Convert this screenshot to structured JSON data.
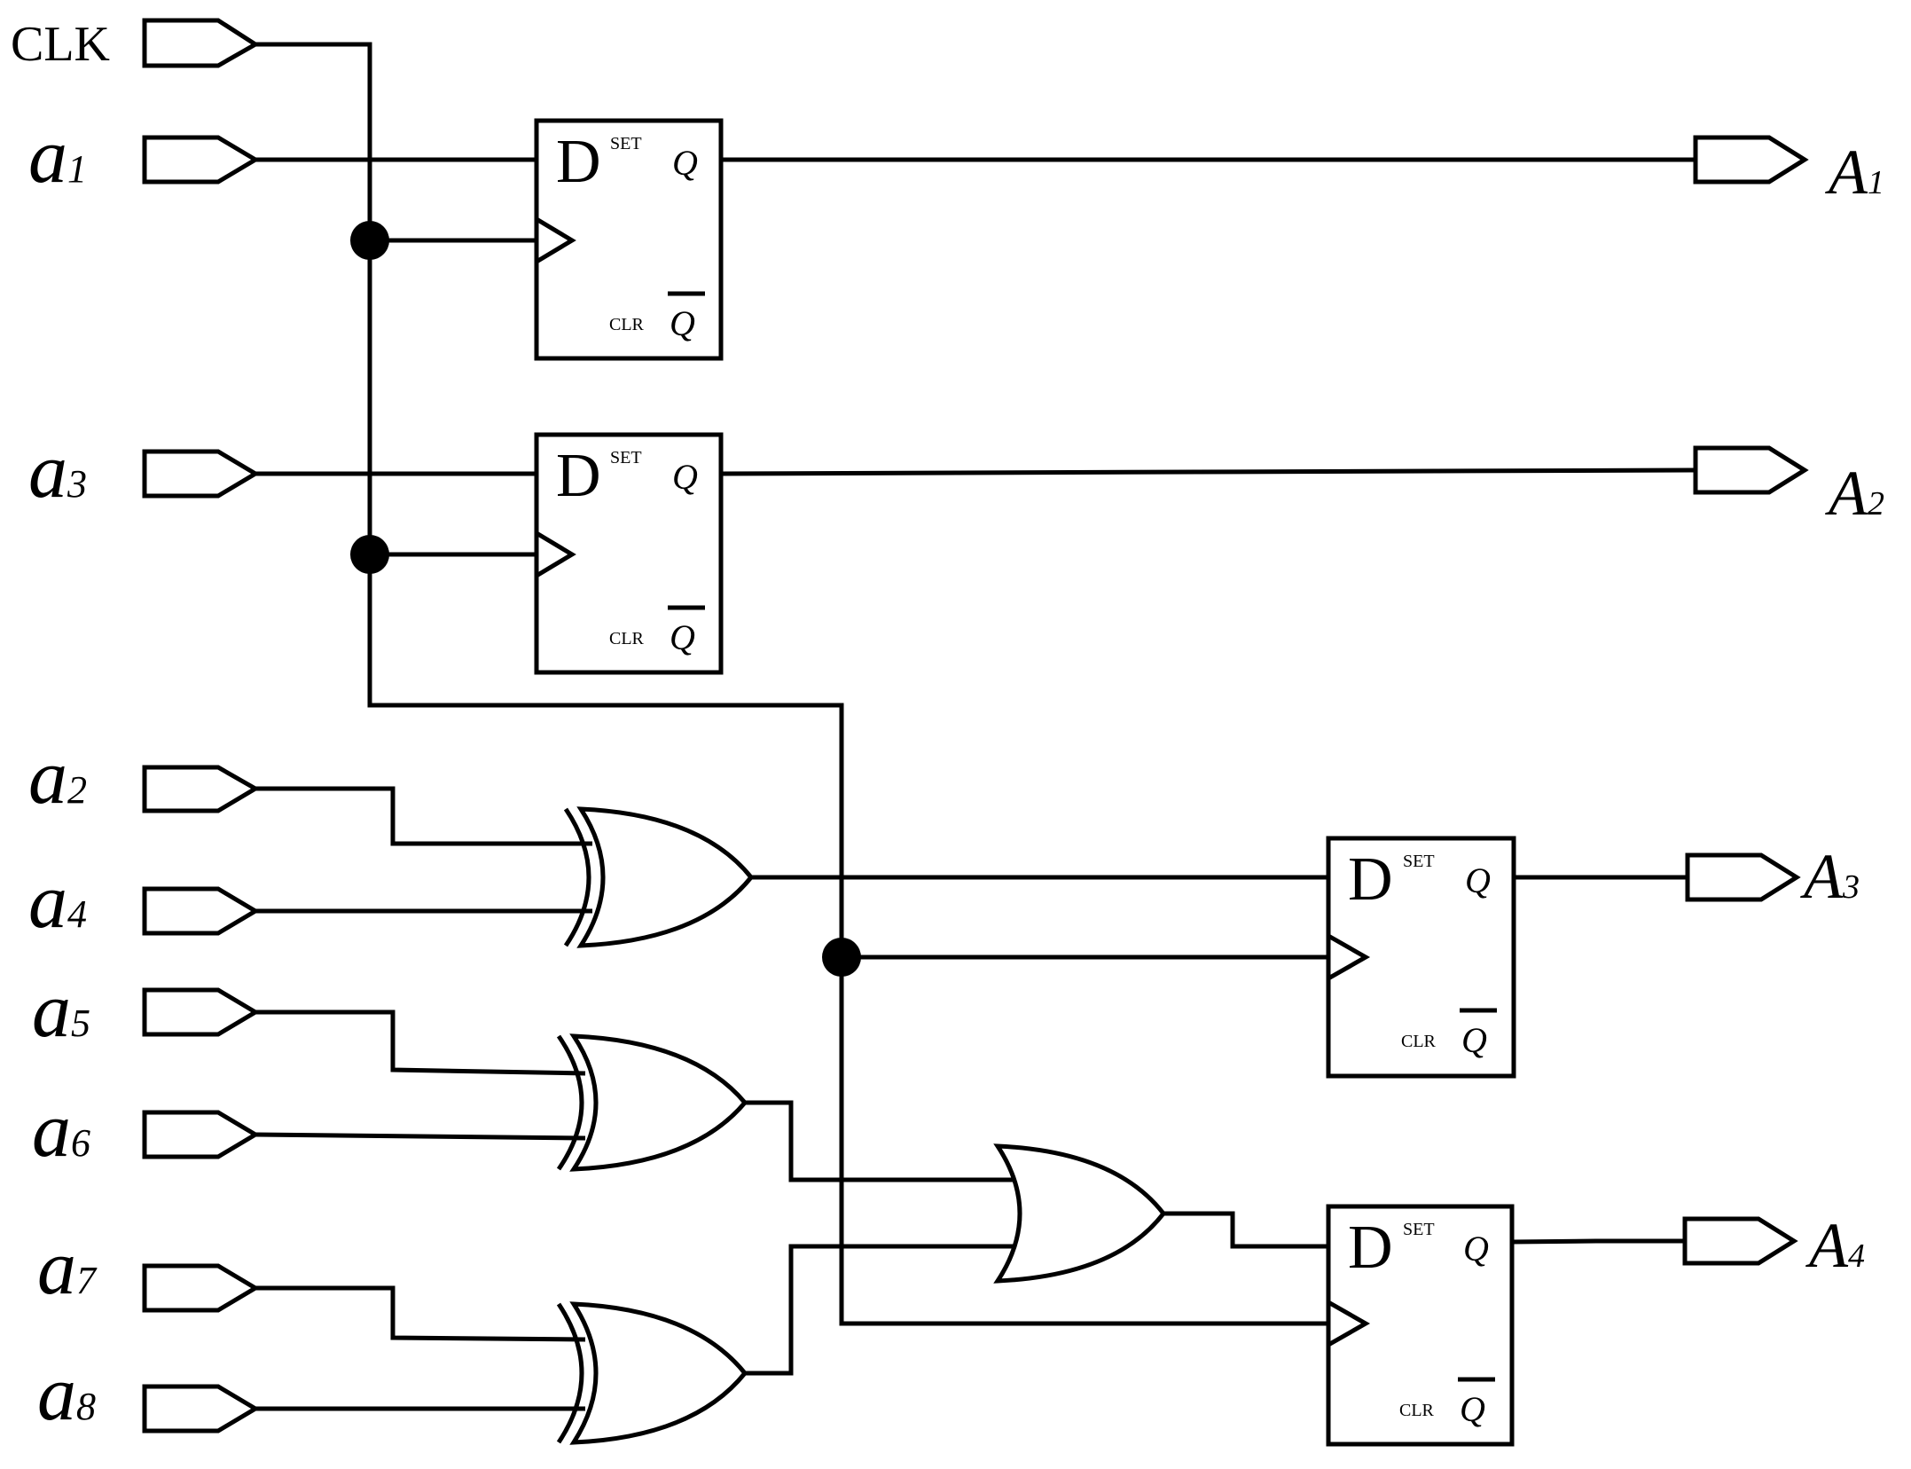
{
  "inputs": {
    "clk": "CLK",
    "a1": {
      "base": "a",
      "sub": "1"
    },
    "a2": {
      "base": "a",
      "sub": "2"
    },
    "a3": {
      "base": "a",
      "sub": "3"
    },
    "a4": {
      "base": "a",
      "sub": "4"
    },
    "a5": {
      "base": "a",
      "sub": "5"
    },
    "a6": {
      "base": "a",
      "sub": "6"
    },
    "a7": {
      "base": "a",
      "sub": "7"
    },
    "a8": {
      "base": "a",
      "sub": "8"
    }
  },
  "outputs": {
    "A1": {
      "base": "A",
      "sub": "1"
    },
    "A2": {
      "base": "A",
      "sub": "2"
    },
    "A3": {
      "base": "A",
      "sub": "3"
    },
    "A4": {
      "base": "A",
      "sub": "4"
    }
  },
  "flipflop": {
    "d": "D",
    "set": "SET",
    "q": "Q",
    "qbar": "Q",
    "clr": "CLR"
  }
}
